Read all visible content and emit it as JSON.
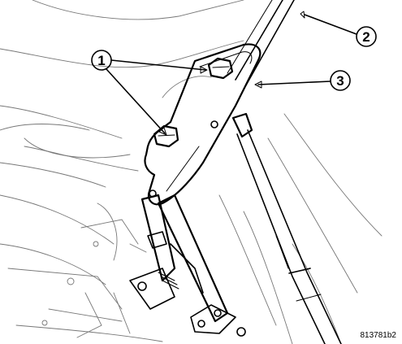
{
  "callouts": [
    {
      "id": "1",
      "label": "1"
    },
    {
      "id": "2",
      "label": "2"
    },
    {
      "id": "3",
      "label": "3"
    }
  ],
  "figure_id": "813781b2"
}
